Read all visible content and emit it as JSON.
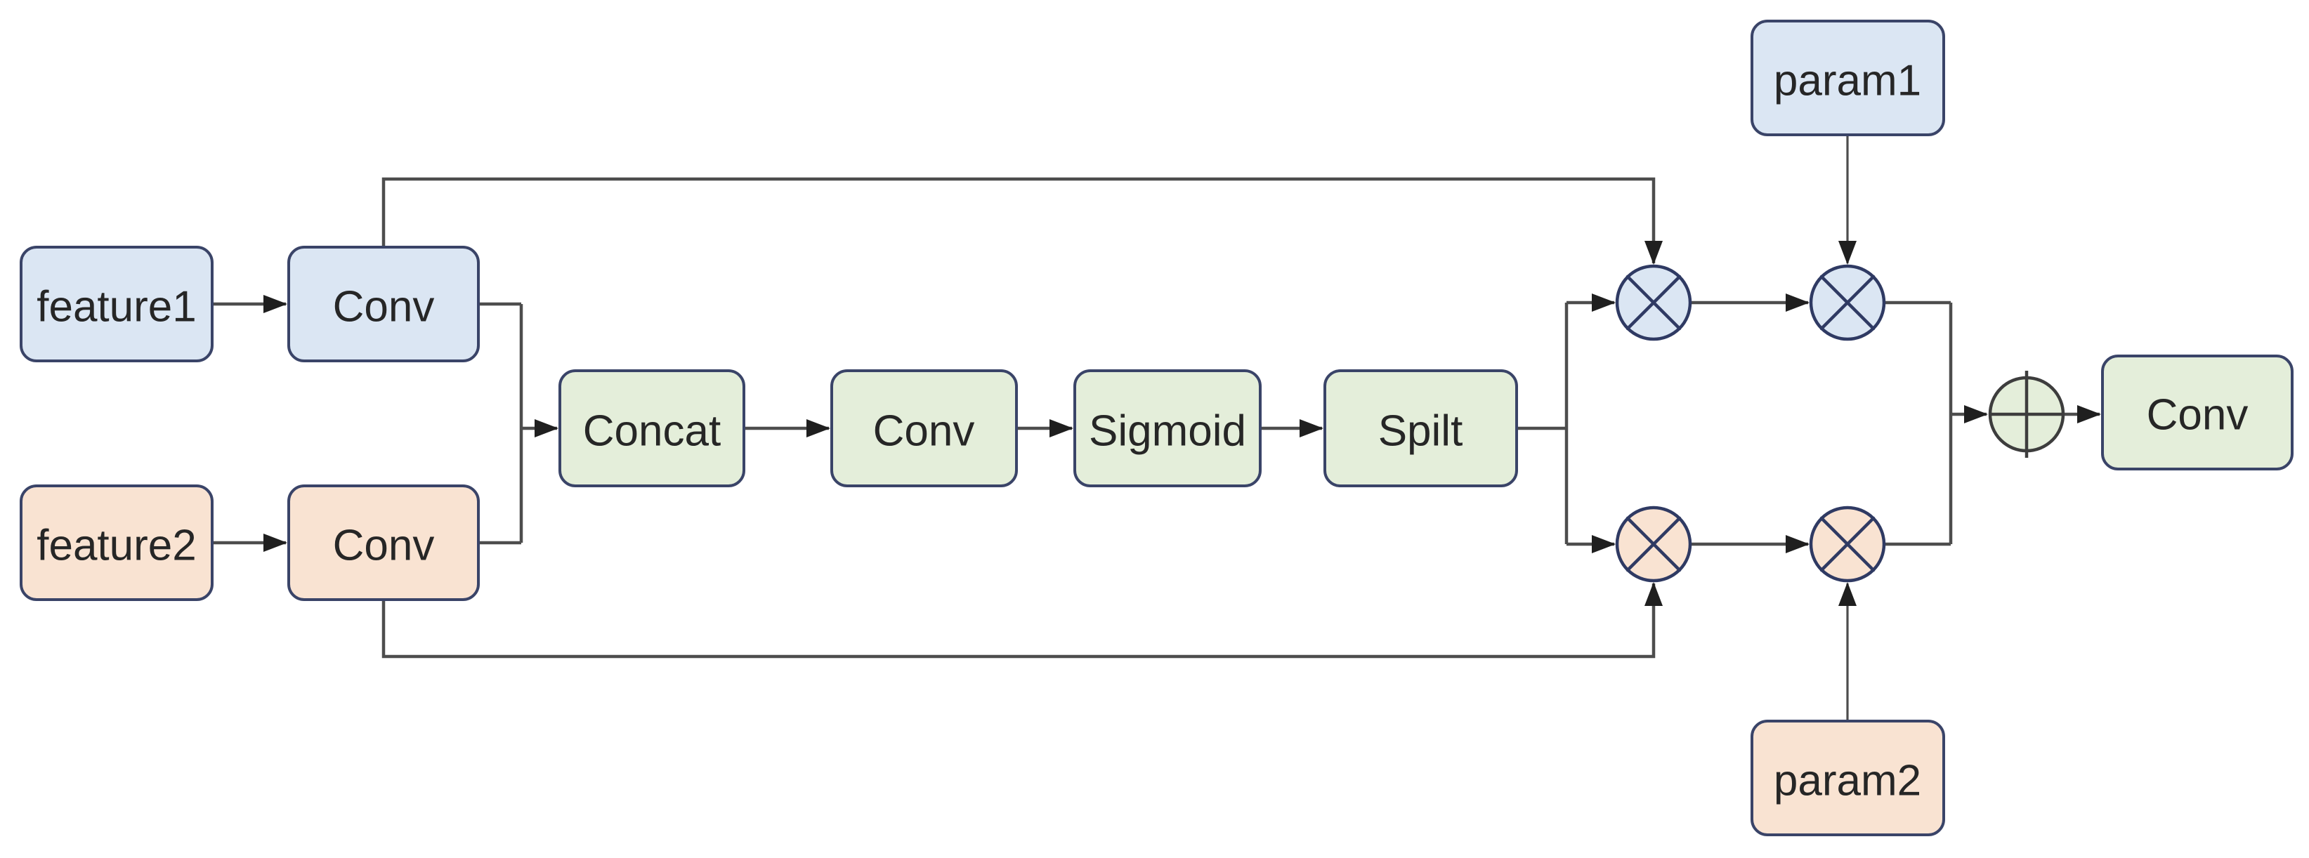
{
  "diagram": {
    "nodes": {
      "feature1": {
        "label": "feature1"
      },
      "conv1": {
        "label": "Conv"
      },
      "feature2": {
        "label": "feature2"
      },
      "conv2": {
        "label": "Conv"
      },
      "concat": {
        "label": "Concat"
      },
      "conv_mid": {
        "label": "Conv"
      },
      "sigmoid": {
        "label": "Sigmoid"
      },
      "spilt": {
        "label": "Spilt"
      },
      "param1": {
        "label": "param1"
      },
      "param2": {
        "label": "param2"
      },
      "conv_out": {
        "label": "Conv"
      }
    },
    "operators": {
      "multiply_glyph": "⊗",
      "add_glyph": "⊕"
    },
    "colors": {
      "blue_fill": "#dbe6f3",
      "peach_fill": "#f9e3d2",
      "green_fill": "#e4eeda",
      "node_border": "#3a4468",
      "operator_border": "#2f3a63",
      "add_border": "#3d3d3d",
      "line": "#4d4d4d",
      "arrowhead": "#1f1f1f",
      "text": "#262626",
      "background": "#ffffff"
    }
  }
}
